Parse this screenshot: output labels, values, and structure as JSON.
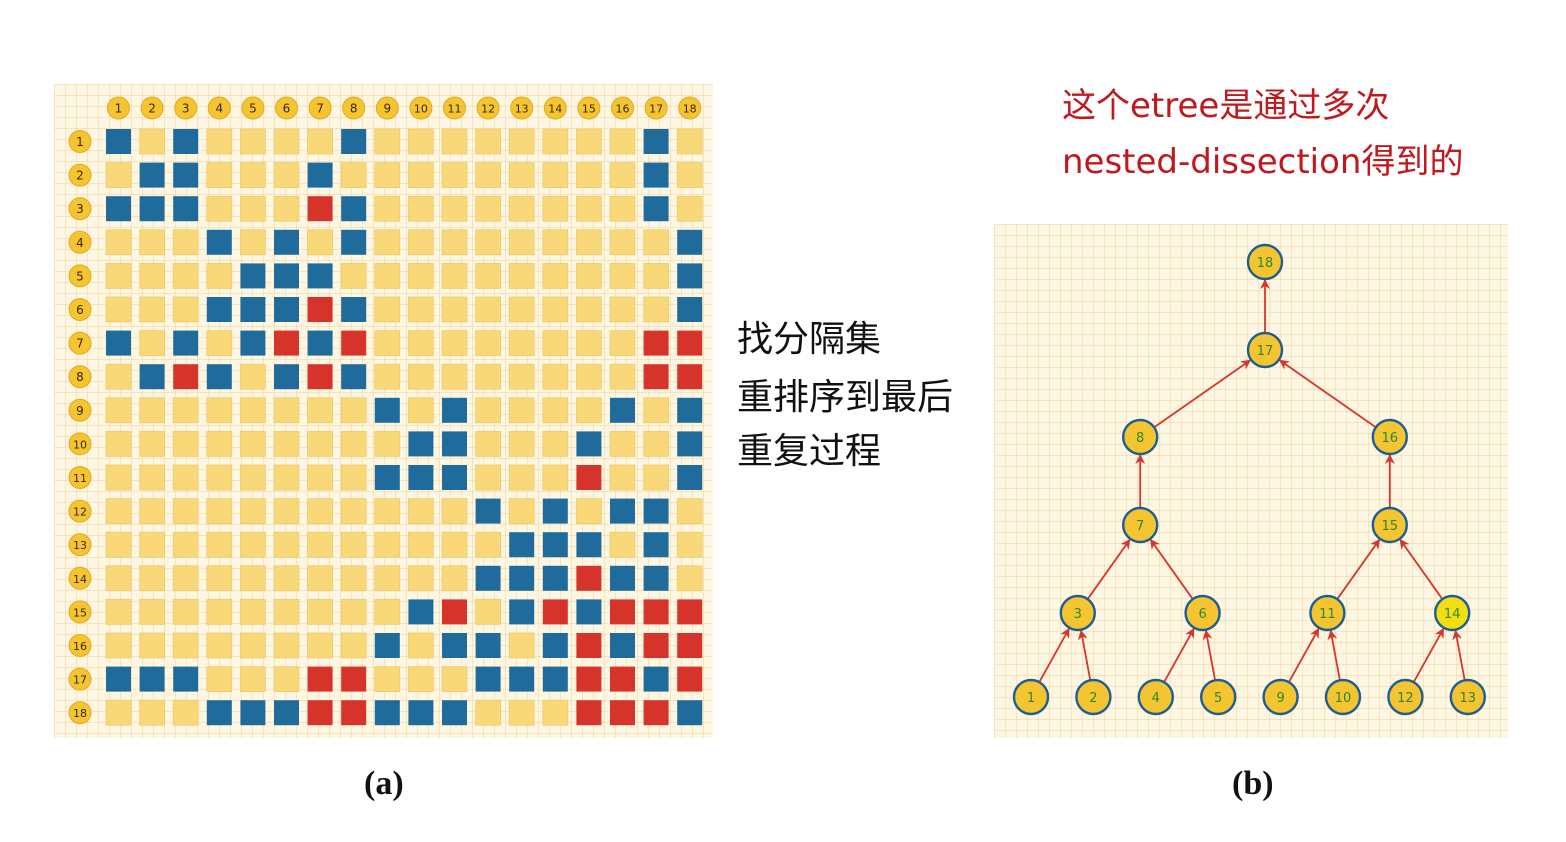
{
  "colors": {
    "yellow_cell": "#f8d878",
    "blue_cell": "#1f6b9c",
    "red_cell": "#d6332b",
    "node_fill": "#f5c531",
    "node_fill_highlight": "#f3de12",
    "node_stroke": "#1c5f93",
    "node_label": "#2a8a2a",
    "edge": "#d9352f"
  },
  "matrix": {
    "size": 18,
    "col_labels": [
      "1",
      "2",
      "3",
      "4",
      "5",
      "6",
      "7",
      "8",
      "9",
      "10",
      "11",
      "12",
      "13",
      "14",
      "15",
      "16",
      "17",
      "18"
    ],
    "row_labels": [
      "1",
      "2",
      "3",
      "4",
      "5",
      "6",
      "7",
      "8",
      "9",
      "10",
      "11",
      "12",
      "13",
      "14",
      "15",
      "16",
      "17",
      "18"
    ],
    "rows": [
      "B.B....B........B.",
      ".BB...B.........B.",
      "BBB...RB........B.",
      "...B.B.B.........B",
      "....BBB..........B",
      "...BBBRB.........B",
      "B.B.BRBR........RR",
      ".BRB.BRB........RR",
      "........B.B....B.B",
      ".........BB...B..B",
      "........BBB...R..B",
      "...........B.B.BB.",
      "............BBB.B.",
      "...........BBBRBB.",
      ".........BR.BRBRRR",
      "........B.BB.BRBRR",
      "BBB...RR...BBBRRBR",
      "...BBBRRBBB...RRRB"
    ]
  },
  "middle_text": [
    "找分隔集",
    "重排序到最后",
    "重复过程"
  ],
  "note_lines": [
    "这个etree是通过多次",
    "nested-dissection得到的"
  ],
  "captions": {
    "a": "(a)",
    "b": "(b)"
  },
  "tree": {
    "nodes": [
      {
        "label": "18",
        "parent": null,
        "level": 0,
        "pos": 7.5,
        "highlight": false
      },
      {
        "label": "17",
        "parent": "18",
        "level": 1,
        "pos": 7.5,
        "highlight": false
      },
      {
        "label": "8",
        "parent": "17",
        "level": 2,
        "pos": 3.5,
        "highlight": false
      },
      {
        "label": "16",
        "parent": "17",
        "level": 2,
        "pos": 11.5,
        "highlight": false
      },
      {
        "label": "7",
        "parent": "8",
        "level": 3,
        "pos": 3.5,
        "highlight": false
      },
      {
        "label": "15",
        "parent": "16",
        "level": 3,
        "pos": 11.5,
        "highlight": false
      },
      {
        "label": "3",
        "parent": "7",
        "level": 4,
        "pos": 1.5,
        "highlight": false
      },
      {
        "label": "6",
        "parent": "7",
        "level": 4,
        "pos": 5.5,
        "highlight": false
      },
      {
        "label": "11",
        "parent": "15",
        "level": 4,
        "pos": 9.5,
        "highlight": false
      },
      {
        "label": "14",
        "parent": "15",
        "level": 4,
        "pos": 13.5,
        "highlight": true
      },
      {
        "label": "1",
        "parent": "3",
        "level": 5,
        "pos": 0,
        "highlight": false
      },
      {
        "label": "2",
        "parent": "3",
        "level": 5,
        "pos": 2,
        "highlight": false
      },
      {
        "label": "4",
        "parent": "6",
        "level": 5,
        "pos": 4,
        "highlight": false
      },
      {
        "label": "5",
        "parent": "6",
        "level": 5,
        "pos": 6,
        "highlight": false
      },
      {
        "label": "9",
        "parent": "11",
        "level": 5,
        "pos": 8,
        "highlight": false
      },
      {
        "label": "10",
        "parent": "11",
        "level": 5,
        "pos": 10,
        "highlight": false
      },
      {
        "label": "12",
        "parent": "14",
        "level": 5,
        "pos": 12,
        "highlight": false
      },
      {
        "label": "13",
        "parent": "14",
        "level": 5,
        "pos": 14,
        "highlight": false
      }
    ]
  }
}
